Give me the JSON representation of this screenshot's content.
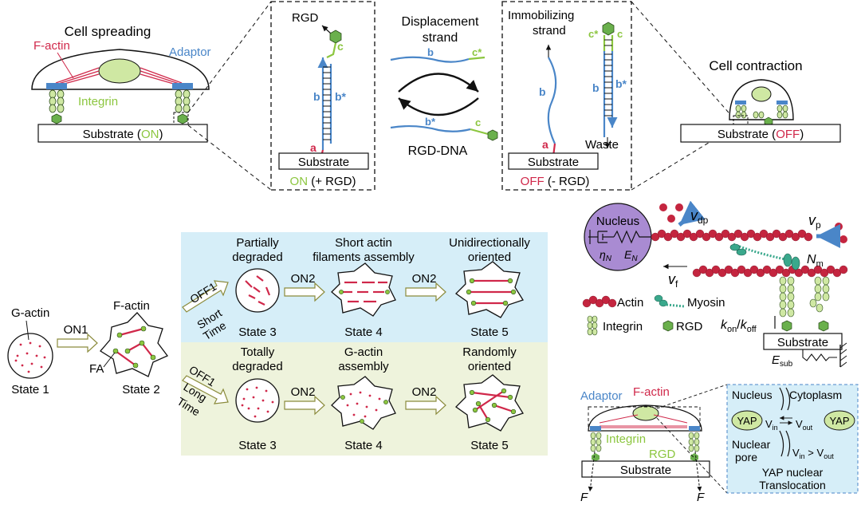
{
  "colors": {
    "red": "#d0284a",
    "green": "#8cc63f",
    "blue": "#4a86c8",
    "purple": "#a98bd2",
    "cyan_panel": "#d6eef8",
    "yellow_panel": "#eef3dc",
    "teal": "#3aa88c"
  },
  "top_left": {
    "title": "Cell spreading",
    "factin": "F-actin",
    "adaptor": "Adaptor",
    "integrin": "Integrin",
    "substrate": "Substrate (",
    "state": "ON",
    "close": ")"
  },
  "box_on": {
    "rgd": "RGD",
    "c": "c",
    "b": "b",
    "bstar": "b*",
    "a": "a",
    "substrate": "Substrate",
    "on": "ON",
    "on_rest": " (+ RGD)"
  },
  "middle": {
    "displacement": "Displacement",
    "strand": "strand",
    "b": "b",
    "cstar": "c*",
    "bstar": "b*",
    "c": "c",
    "rgd_dna": "RGD-DNA"
  },
  "box_off": {
    "immobilizing": "Immobilizing",
    "strand": "strand",
    "cstar": "c*",
    "c": "c",
    "b": "b",
    "bstar": "b*",
    "a": "a",
    "waste": "Waste",
    "substrate": "Substrate",
    "off": "OFF",
    "off_rest": " (- RGD)"
  },
  "top_right": {
    "title": "Cell contraction",
    "substrate": "Substrate (",
    "state": "OFF",
    "close": ")"
  },
  "states": {
    "gactin": "G-actin",
    "state1": "State 1",
    "on1": "ON1",
    "factin": "F-actin",
    "fa": "FA",
    "state2": "State 2",
    "off1a": "OFF1",
    "short": "Short",
    "time_a": "Time",
    "off1b": "OFF1",
    "long": "Long",
    "time_b": "Time",
    "partially": "Partially",
    "degraded_a": "degraded",
    "short_actin": "Short actin",
    "filaments": "filaments assembly",
    "unidirectionally": "Unidirectionally",
    "oriented_a": "oriented",
    "totally": "Totally",
    "degraded_b": "degraded",
    "gactin2": "G-actin",
    "assembly": "assembly",
    "randomly": "Randomly",
    "oriented_b": "oriented",
    "on2": "ON2",
    "state3": "State 3",
    "state4": "State 4",
    "state5": "State 5"
  },
  "model": {
    "nucleus": "Nucleus",
    "eta": "η",
    "eta_sub": "N",
    "e": "E",
    "e_sub": "N",
    "vdp": "v",
    "vdp_sub": "dp",
    "vp": "v",
    "vp_sub": "p",
    "nm": "N",
    "nm_sub": "m",
    "vf": "v",
    "vf_sub": "f",
    "actin": "Actin",
    "myosin": "Myosin",
    "integrin": "Integrin",
    "rgd": "RGD",
    "kon": "k",
    "kon_sub": "on",
    "slash": "/",
    "koff": "k",
    "koff_sub": "off",
    "substrate": "Substrate",
    "esub": "E",
    "esub_sub": "sub"
  },
  "bottom_right": {
    "adaptor": "Adaptor",
    "factin": "F-actin",
    "integrin": "Integrin",
    "rgd": "RGD",
    "substrate": "Substrate",
    "f": "F",
    "nucleus": "Nucleus",
    "cytoplasm": "Cytoplasm",
    "yap": "YAP",
    "vin": "V",
    "vin_sub": "in",
    "vout": "V",
    "vout_sub": "out",
    "nuclear": "Nuclear",
    "pore": "pore",
    "gt": " > ",
    "translocation1": "YAP nuclear",
    "translocation2": "Translocation"
  }
}
